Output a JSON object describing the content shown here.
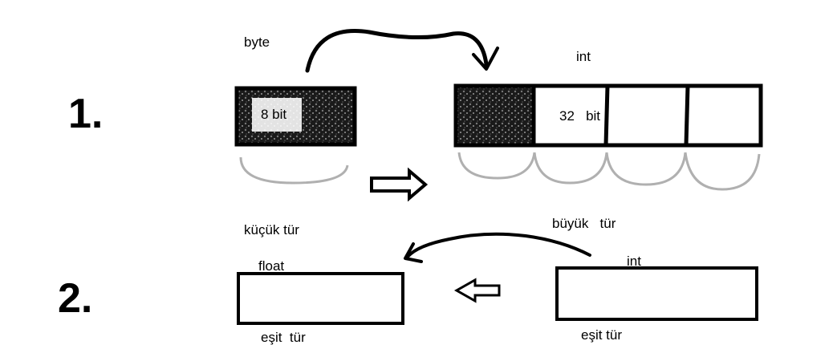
{
  "row1": {
    "number": "1.",
    "source_label": "byte",
    "source_bits": "8 bit",
    "target_label": "int",
    "target_bits": "32   bit"
  },
  "row2": {
    "number": "2.",
    "small_type_label": "küçük tür",
    "small_box_label": "float",
    "small_box_caption": "eşit  tür",
    "big_type_label": "büyük   tür",
    "big_box_label": "int",
    "big_box_caption": "eşit tür"
  },
  "colors": {
    "ink": "#000000",
    "brace": "#b0b0b0",
    "background": "#ffffff"
  },
  "icons": [
    "curved-arrow-right-icon",
    "hollow-arrow-right-icon",
    "curved-arrow-left-icon",
    "hollow-arrow-left-icon"
  ]
}
